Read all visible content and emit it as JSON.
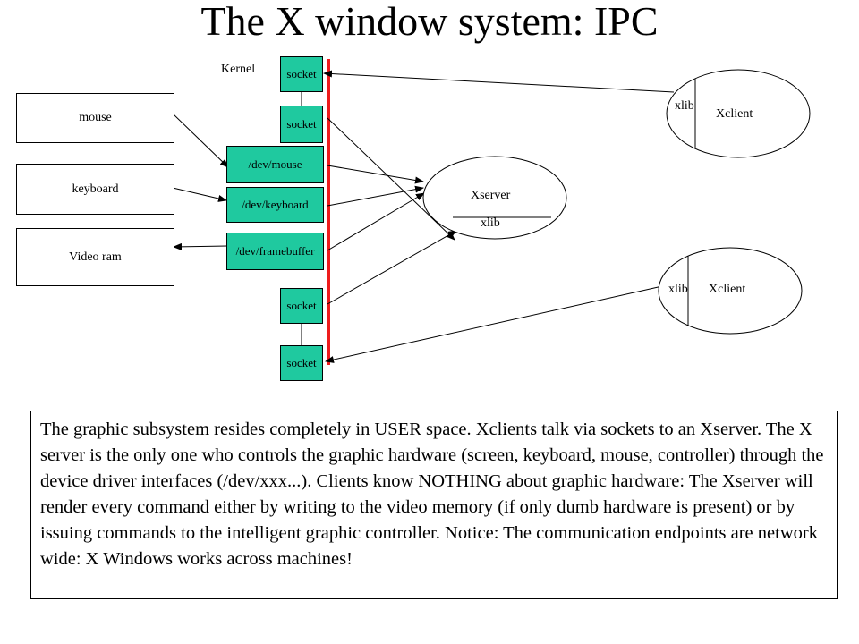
{
  "title": "The X window system: IPC",
  "kernel_label": "Kernel",
  "devices": {
    "mouse": "mouse",
    "keyboard": "keyboard",
    "video_ram": "Video ram"
  },
  "kernel_nodes": {
    "socket_1": "socket",
    "socket_2": "socket",
    "dev_mouse": "/dev/mouse",
    "dev_keyboard": "/dev/keyboard",
    "dev_framebuffer": "/dev/framebuffer",
    "socket_3": "socket",
    "socket_4": "socket"
  },
  "xserver": {
    "label": "Xserver",
    "lib": "xlib"
  },
  "xclient_top": {
    "label": "Xclient",
    "lib": "xlib"
  },
  "xclient_bottom": {
    "label": "Xclient",
    "lib": "xlib"
  },
  "description": "The graphic subsystem resides completely in USER space. Xclients talk via sockets to an Xserver. The X server is the only one who controls the graphic hardware (screen, keyboard, mouse, controller) through the device driver interfaces (/dev/xxx...).  Clients know NOTHING about graphic hardware: The Xserver will render every command either by writing to the video memory (if only dumb hardware is present) or by issuing commands to the intelligent graphic controller. Notice: The communication endpoints are network wide: X Windows works across machines!",
  "colors": {
    "kernel_boundary": "#ee1c1c",
    "node_fill": "#1fc99f"
  }
}
